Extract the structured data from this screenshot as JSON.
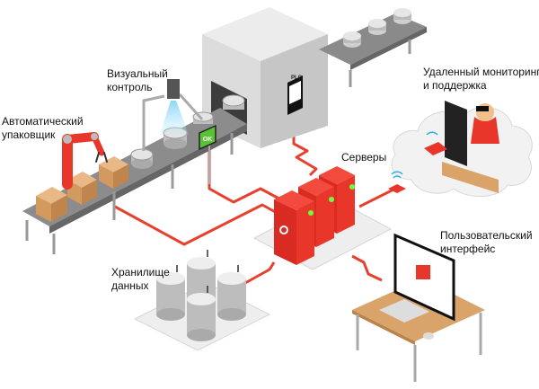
{
  "labels": {
    "visual_control": [
      "Визуальный",
      "контроль"
    ],
    "auto_packer": [
      "Автоматический",
      "упаковщик"
    ],
    "remote_monitoring": [
      "Удаленный мониторинг",
      "и поддержка"
    ],
    "servers": [
      "Серверы"
    ],
    "data_storage": [
      "Хранилище",
      "данных"
    ],
    "user_interface": [
      "Пользовательский",
      "интерфейс"
    ]
  },
  "device_text": {
    "plc": "PLC",
    "ok_indicator": "OK"
  },
  "colors": {
    "accent_red": "#e8362a",
    "cable_red": "#e8402e",
    "ok_green": "#5bc236",
    "led_green": "#6dff3a",
    "wifi_blue": "#2bb3e8",
    "machine_gray": "#d9d9d9",
    "desk_wood": "#d9a36a",
    "box_cardboard": "#d9a06b"
  }
}
